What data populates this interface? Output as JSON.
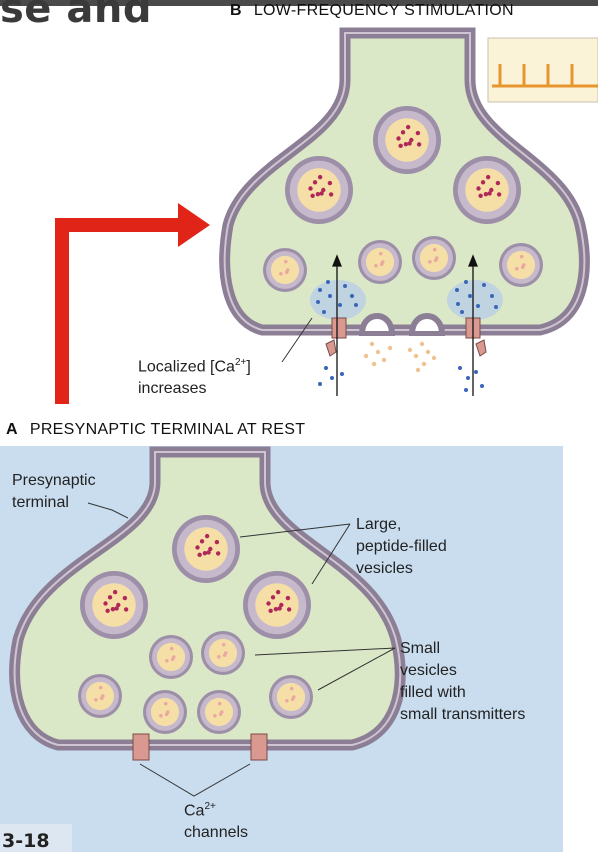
{
  "slide_title": "se and",
  "figure_number": "3-18",
  "panel_b": {
    "letter": "B",
    "title": "LOW-FREQUENCY STIMULATION",
    "calcium_label_line1": "Localized [Ca",
    "calcium_label_sup": "2+",
    "calcium_label_close": "]",
    "calcium_label_line2": "increases"
  },
  "panel_a": {
    "letter": "A",
    "title": "PRESYNAPTIC TERMINAL AT REST",
    "terminal_label_line1": "Presynaptic",
    "terminal_label_line2": "terminal",
    "large_vesicles_line1": "Large,",
    "large_vesicles_line2": "peptide-filled",
    "large_vesicles_line3": "vesicles",
    "small_vesicles_line1": "Small",
    "small_vesicles_line2": "vesicles",
    "small_vesicles_line3": "filled with",
    "small_vesicles_line4": "small transmitters",
    "channels_line1": "Ca",
    "channels_sup": "2+",
    "channels_line2": "channels"
  },
  "colors": {
    "panel_a_background": "#c9ddef",
    "cytoplasm": "#dbe8c8",
    "membrane": "#8c7f95",
    "vesicle_core": "#f6dfa6",
    "vesicle_dot": "#b0285a",
    "calcium_dot": "#3a66b8",
    "transmitter_dot": "#f0c28f",
    "channel": "#d99890",
    "arrow": "#e02418",
    "trace": "#e8952f"
  }
}
